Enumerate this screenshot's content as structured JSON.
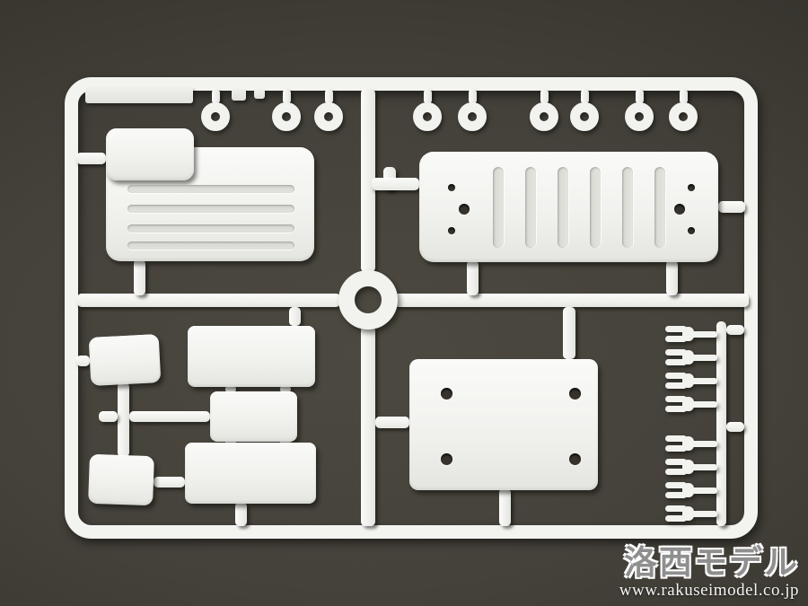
{
  "photo": {
    "subject": "White plastic model-kit parts sprue (runner) on a dark gray background",
    "background_color": "#45423b",
    "plastic_color": "#f3f3f0",
    "disc_part_count": 9,
    "fork_clip_count": 8
  },
  "watermark": {
    "logo_text": "洛西モデル",
    "url_text": "www.rakuseimodel.co.jp"
  }
}
